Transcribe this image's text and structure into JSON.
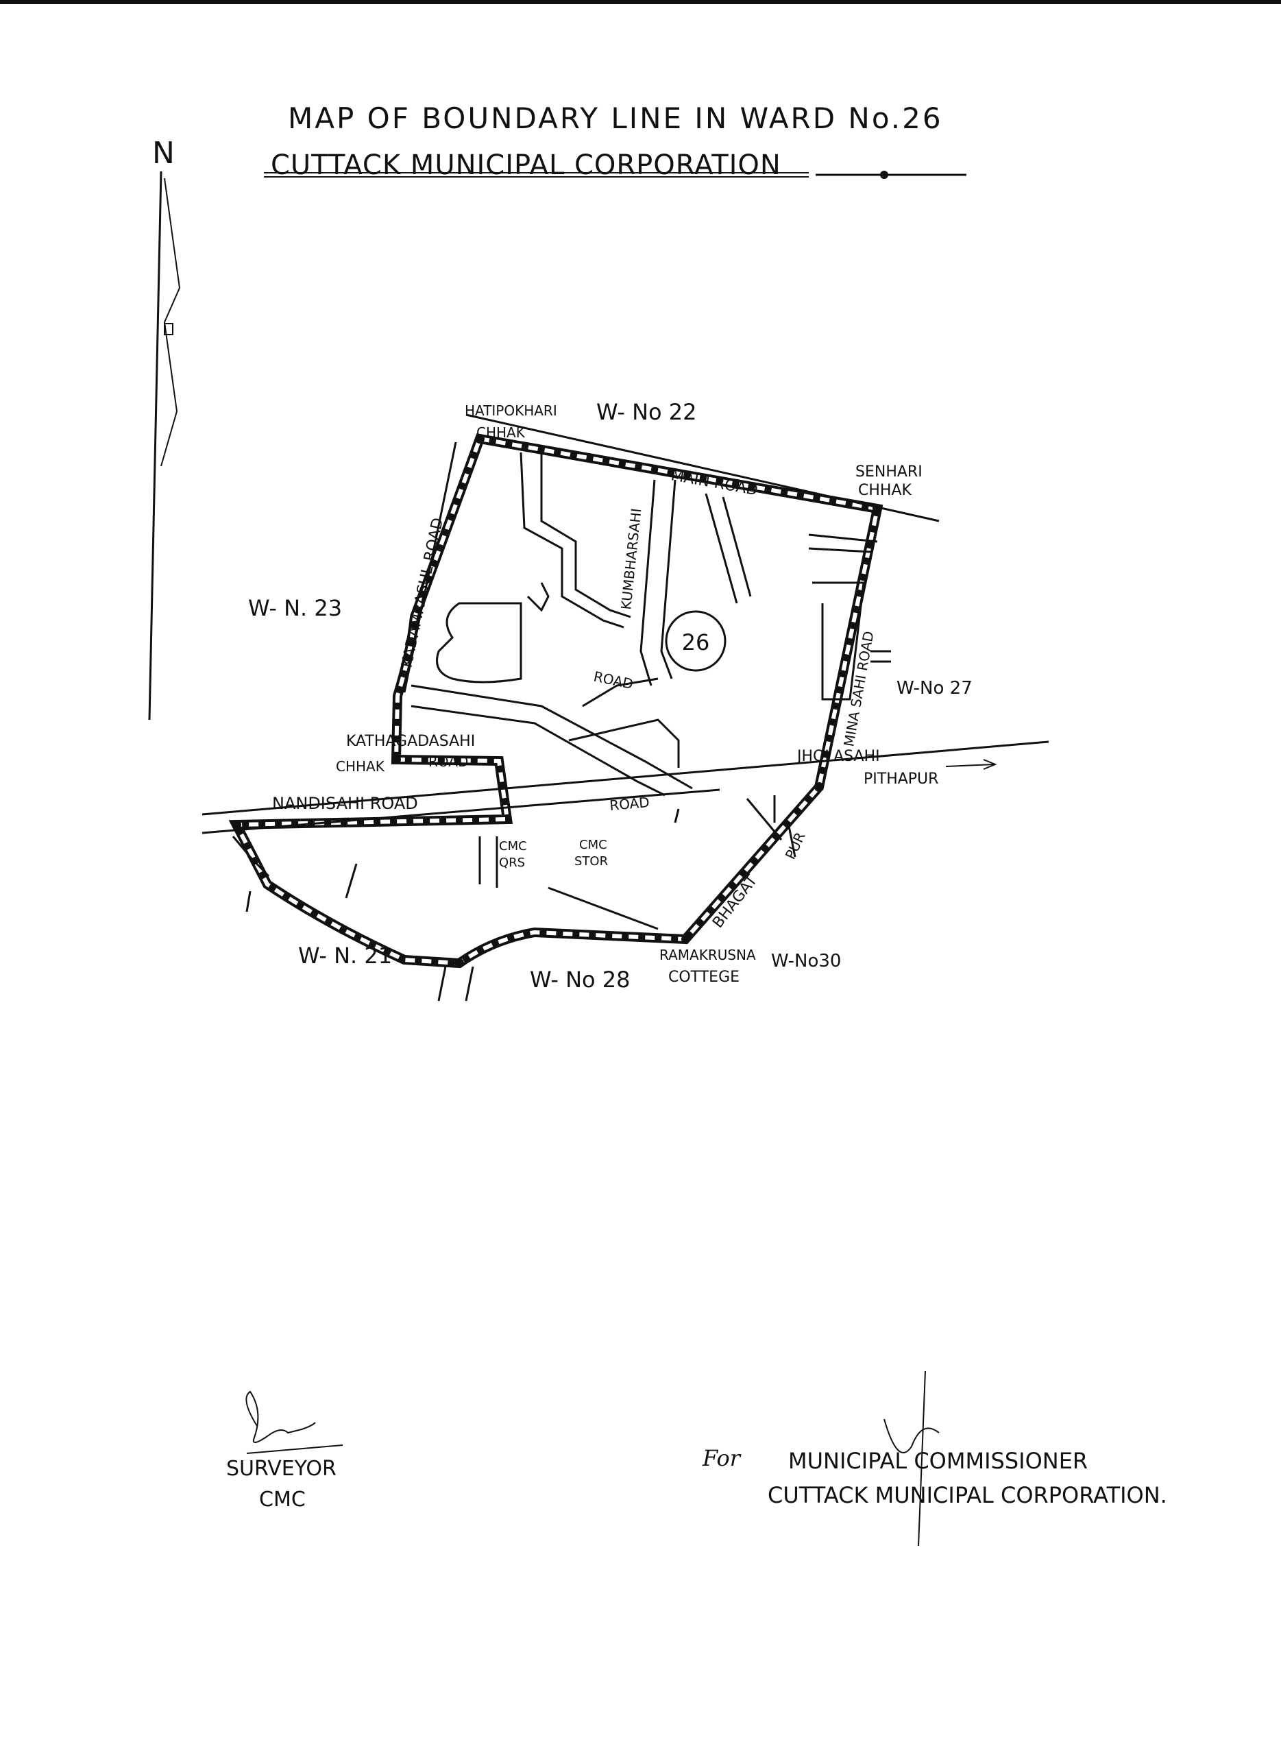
{
  "document": {
    "title_line1": "MAP OF BOUNDARY LINE IN WARD No.26",
    "title_line2": "CUTTACK MUNICIPAL CORPORATION",
    "north_label": "N"
  },
  "map": {
    "ward_number": "26",
    "ward_labels": {
      "w22": "W- No 22",
      "w23": "W- N. 23",
      "w27": "W-No 27",
      "w21": "W- N. 21",
      "w28": "W- No 28",
      "w30": "W-No30"
    },
    "road_labels": {
      "hatipokhari": "HATIPOKHARI",
      "chhak_top": "CHHAK",
      "main_road": "MAIN ROAD",
      "sennhari": "SENHARI",
      "chhak_right": "CHHAK",
      "kadamrasul": "KADAMRASUL ROAD",
      "kumbharsahi": "KUMBHARSAHI",
      "road_mid": "ROAD",
      "mina_sahi": "MINA SAHI ROAD",
      "katha_gadasahi": "KATHAGADASAHI",
      "chhak_left": "CHHAK",
      "road_left": "ROAD",
      "jhola_sahi": "JHOLASAHI",
      "pithapur": "PITHAPUR",
      "nandisahi": "NANDISAHI ROAD",
      "road_bottom": "ROAD",
      "cmc_qrs_1": "CMC",
      "cmc_qrs_2": "QRS",
      "cmc_stor_1": "CMC",
      "cmc_stor_2": "STOR",
      "bhagatpur_1": "BHAGAT",
      "bhagatpur_2": "PUR",
      "ramakrusna": "RAMAKRUSNA",
      "cottege": "COTTEGE"
    }
  },
  "signatures": {
    "surveyor_title": "SURVEYOR",
    "surveyor_org": "CMC",
    "commissioner_prefix": "For",
    "commissioner_title": "MUNICIPAL COMMISSIONER",
    "commissioner_org": "CUTTACK MUNICIPAL CORPORATION."
  },
  "colors": {
    "ink": "#111111",
    "paper": "#ffffff"
  }
}
